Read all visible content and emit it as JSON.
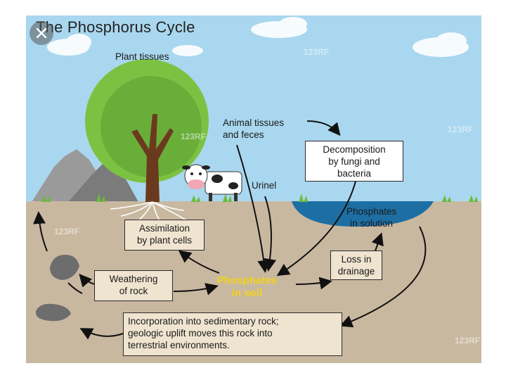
{
  "title": "The Phosphorus Cycle",
  "labels": {
    "plant_tissues": "Plant tissues",
    "animal_tissues": "Animal tissues\nand feces",
    "urine": "Urinel",
    "phosphates_solution": "Phosphates\nin solution",
    "phosphates_soil": "Phosphates\nin soil"
  },
  "boxes": {
    "decomposition": "Decomposition\nby fungi and\nbacteria",
    "assimilation": "Assimilation\nby plant cells",
    "weathering": "Weathering\nof rock",
    "loss": "Loss in\ndrainage",
    "incorporation": "Incorporation into sedimentary rock;\ngeologic uplift moves this rock into\nterrestrial environments."
  },
  "watermark": "123RF",
  "icons": [
    "close-icon",
    "tree-icon",
    "cow-icon",
    "mountain-icon",
    "rock-icon",
    "cloud-icon"
  ],
  "colors": {
    "sky": "#a9d7ef",
    "soil": "#c9b8a0",
    "water": "#1d6fa3",
    "tree_canopy": "#7cc242",
    "soil_label": "#f3d31b"
  }
}
